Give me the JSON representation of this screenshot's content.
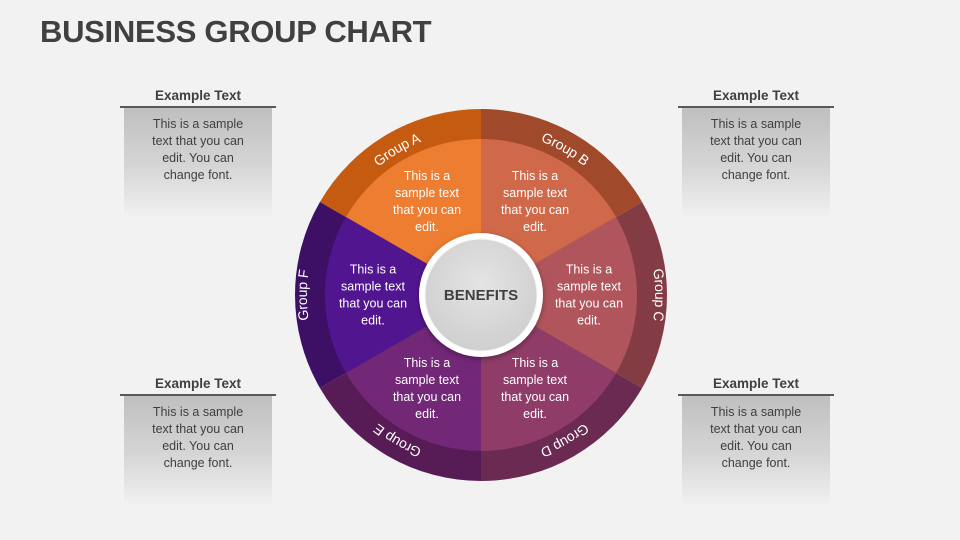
{
  "title": "BUSINESS GROUP CHART",
  "hub": {
    "label": "BENEFITS"
  },
  "side_boxes": [
    {
      "position": "top-left",
      "heading": "Example Text",
      "lines": [
        "This is a sample",
        "text that you can",
        "edit. You can",
        "change font."
      ]
    },
    {
      "position": "top-right",
      "heading": "Example Text",
      "lines": [
        "This is a sample",
        "text that you can",
        "edit. You can",
        "change font."
      ]
    },
    {
      "position": "bottom-left",
      "heading": "Example Text",
      "lines": [
        "This is a sample",
        "text that you can",
        "edit. You can",
        "change font."
      ]
    },
    {
      "position": "bottom-right",
      "heading": "Example Text",
      "lines": [
        "This is a sample",
        "text that you can",
        "edit. You can",
        "change font."
      ]
    }
  ],
  "groups": [
    {
      "label": "Group A",
      "outer_color": "#c55a11",
      "inner_color": "#ed7d31",
      "lines": [
        "This is a",
        "sample text",
        "that you can",
        "edit."
      ]
    },
    {
      "label": "Group B",
      "outer_color": "#a0492b",
      "inner_color": "#d0694a",
      "lines": [
        "This is a",
        "sample text",
        "that you can",
        "edit."
      ]
    },
    {
      "label": "Group C",
      "outer_color": "#843c44",
      "inner_color": "#b0555c",
      "lines": [
        "This is a",
        "sample text",
        "that you can",
        "edit."
      ]
    },
    {
      "label": "Group D",
      "outer_color": "#6b2a52",
      "inner_color": "#8f3c68",
      "lines": [
        "This is a",
        "sample text",
        "that you can",
        "edit."
      ]
    },
    {
      "label": "Group E",
      "outer_color": "#571c56",
      "inner_color": "#722777",
      "lines": [
        "This is a",
        "sample text",
        "that you can",
        "edit."
      ]
    },
    {
      "label": "Group F",
      "outer_color": "#3d1065",
      "inner_color": "#521590",
      "lines": [
        "This is a",
        "sample text",
        "that you can",
        "edit."
      ]
    }
  ],
  "colors": {
    "background": "#f2f2f2",
    "title": "#404040",
    "hub_fill": "#d9d9d9",
    "hub_ring": "#ffffff"
  }
}
